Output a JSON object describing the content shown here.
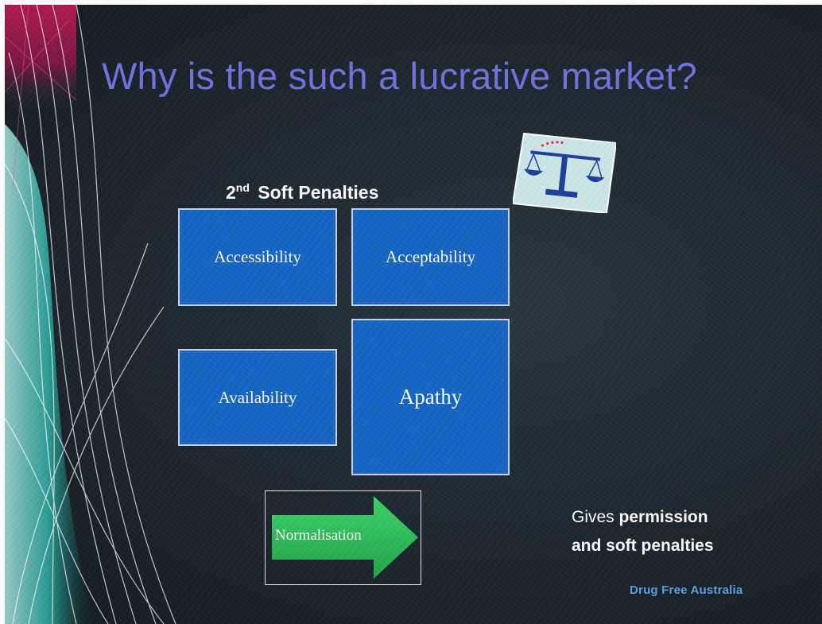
{
  "slide": {
    "title": "Why is the such a lucrative market?",
    "subhead_ordinal": "2",
    "subhead_suffix": "nd",
    "subhead_text": "Soft Penalties",
    "boxes": [
      {
        "label": "Accessibility"
      },
      {
        "label": "Acceptability"
      },
      {
        "label": "Availability"
      },
      {
        "label": "Apathy"
      }
    ],
    "arrow_label": "Normalisation",
    "note_line1_plain": "Gives",
    "note_line1_bold": "permission",
    "note_line2": "and soft penalties",
    "footer": "Drug Free Australia",
    "image_icon": "scales-of-justice-icon",
    "colors": {
      "title": "#6f72dd",
      "box_fill": "#1566c4",
      "arrow_fill": "#2ec15a",
      "footer": "#5b9fe0"
    }
  }
}
